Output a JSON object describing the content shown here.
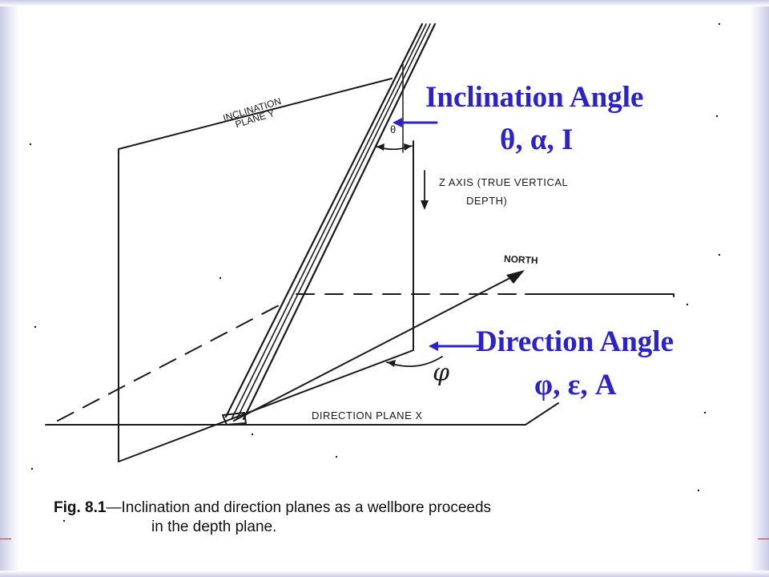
{
  "inclination": {
    "title": "Inclination Angle",
    "symbols": "θ,  α,  I"
  },
  "direction": {
    "title": "Direction Angle",
    "symbols": "φ,  ε,  A"
  },
  "figure_labels": {
    "inclination_plane_line1": "INCLINATION",
    "inclination_plane_line2": "PLANE Y",
    "theta_small": "θ",
    "z_axis_line1": "Z AXIS (TRUE VERTICAL",
    "z_axis_line2": "DEPTH)",
    "north": "NORTH",
    "phi": "φ",
    "direction_plane": "DIRECTION PLANE X"
  },
  "caption": {
    "fig_number": "Fig. 8.1",
    "line1": "—Inclination and direction planes as a wellbore proceeds",
    "line2": "in the depth plane."
  },
  "colors": {
    "label_blue": "#2b22c8",
    "ink": "#1a1a1a"
  }
}
